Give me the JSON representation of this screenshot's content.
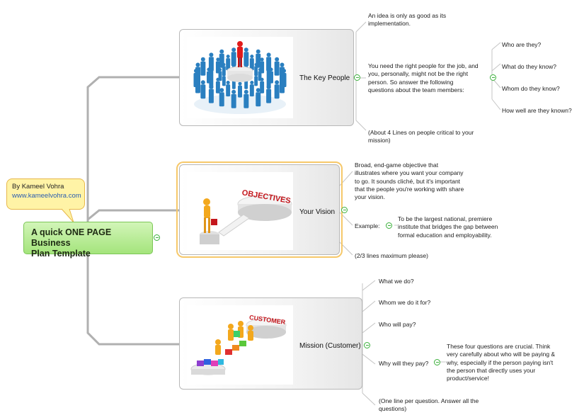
{
  "callout": {
    "author": "By Kameel Vohra",
    "website": "www.kameelvohra.com"
  },
  "central_topic": {
    "line1": "A quick ONE PAGE Business",
    "line2": "Plan Template"
  },
  "topics": [
    {
      "label": "The Key People",
      "image": "crowd-of-people-with-leader",
      "children": [
        {
          "lines": [
            "An idea is only as good as its",
            "implementation."
          ]
        },
        {
          "lines": [
            "You need the right people for the job, and",
            "you, personally, might not be the right",
            "person. So answer the following",
            "questions about the team members:"
          ],
          "children": [
            "Who are they?",
            "What do they know?",
            "Whom do they know?",
            "How well are they known?"
          ]
        },
        {
          "lines": [
            "(About 4 Lines on people critical to your",
            "mission)"
          ]
        }
      ]
    },
    {
      "label": "Your Vision",
      "image": "objectives-puzzle-bridge",
      "children": [
        {
          "lines": [
            "Broad, end-game objective that",
            "illustrates where you want your company",
            "to go. It sounds cliché, but it's important",
            "that the people you're working with share",
            "your vision."
          ]
        },
        {
          "label": "Example:",
          "children_lines": [
            "To be the largest national, premiere",
            "institute that bridges the gap between",
            "formal education and employability."
          ]
        },
        {
          "lines": [
            "(2/3 lines maximum please)"
          ]
        }
      ]
    },
    {
      "label": "Mission (Customer)",
      "image": "customer-puzzle-team",
      "children": [
        {
          "lines": [
            "What we do?"
          ]
        },
        {
          "lines": [
            "Whom we do it for?"
          ]
        },
        {
          "lines": [
            "Who will pay?"
          ]
        },
        {
          "label": "Why will they pay?",
          "children_lines": [
            "These four questions are crucial. Think",
            "very carefully about who will be paying &",
            "why, especially if the person paying isn't",
            "the person that directly uses your",
            "product/service!"
          ]
        },
        {
          "lines": [
            "(One line per question. Answer all the",
            "questions)"
          ]
        }
      ]
    }
  ],
  "colors": {
    "central_fill": "#a4e47c",
    "central_border": "#7cc757",
    "callout_fill": "#fff3a6",
    "callout_border": "#e8b84a",
    "connector": "#b0b0b0",
    "toggle": "#3ab03a",
    "selection": "#f6c86a",
    "link": "#2a5db0"
  }
}
